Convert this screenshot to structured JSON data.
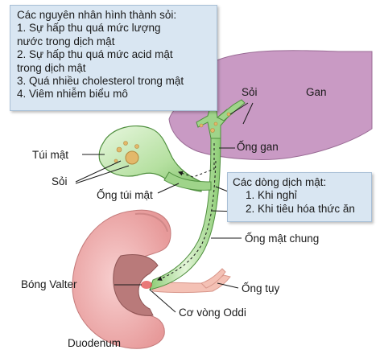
{
  "causes_box": {
    "title": "Các nguyên nhân hình thành sỏi:",
    "lines": [
      "1. Sự hấp thu quá mức lượng",
      "nước trong dịch mật",
      "2. Sự hấp thu quá mức acid mật",
      "trong dịch mật",
      "3. Quá nhiều cholesterol trong mật",
      "4. Viêm nhiễm biểu mô"
    ]
  },
  "flow_box": {
    "title": "Các dòng dịch mật:",
    "items": [
      "1. Khi nghỉ",
      "2. Khi tiêu hóa thức ăn"
    ]
  },
  "labels": {
    "soi_top": "Sỏi",
    "gan": "Gan",
    "ong_gan": "Ống gan",
    "tui_mat": "Túi mật",
    "soi_left": "Sỏi",
    "ong_tui_mat": "Ống túi mật",
    "ong_mat_chung": "Ống mật chung",
    "bong_valter": "Bóng Valter",
    "ong_tuy": "Ống tụy",
    "co_vong_oddi": "Cơ vòng Oddi",
    "duodenum": "Duodenum"
  },
  "colors": {
    "liver": "#c99ac4",
    "liver_edge": "#9a6b95",
    "bile_light": "#d6efc8",
    "bile_mid": "#9fd48a",
    "bile_edge": "#4f8f3e",
    "duodenum": "#f2b8b8",
    "duodenum_inner": "#b97a7a",
    "pancreatic_duct": "#f4c1b5",
    "stone": "#e3b86a",
    "box_fill": "#d9e6f2"
  }
}
